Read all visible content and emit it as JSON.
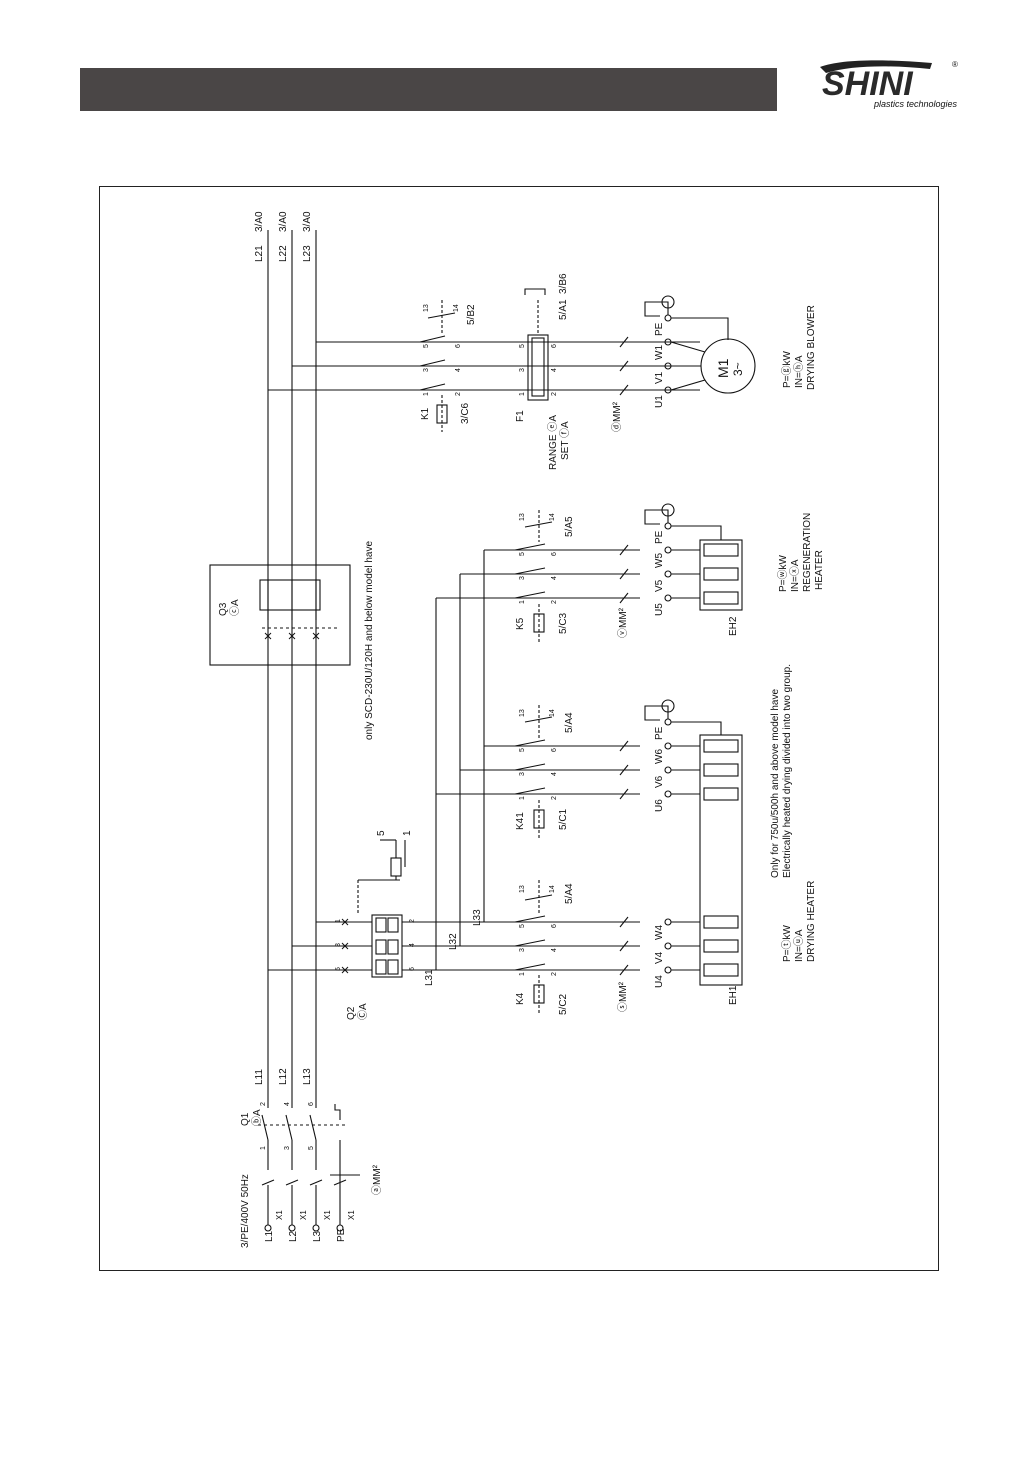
{
  "header": {
    "logo_text": "SHINI",
    "logo_sub": "plastics technologies",
    "logo_reg": "®"
  },
  "supply": {
    "label": "3/PE/400V 50Hz",
    "terminals": [
      "L1",
      "L2",
      "L3",
      "PE"
    ],
    "x1": "X1",
    "wire_a": "ⓐMM²"
  },
  "q1": {
    "name": "Q1",
    "rating": "ⓑA"
  },
  "lines_main": [
    "L11",
    "L12",
    "L13"
  ],
  "lines_top": [
    "L21",
    "L22",
    "L23"
  ],
  "ref_top": "3/A0",
  "q2": {
    "name": "Q2",
    "rating": "ⒸA",
    "aux_5": "5",
    "aux_1": "1"
  },
  "lines_sub": [
    "L31",
    "L32",
    "L33"
  ],
  "q3": {
    "name": "Q3",
    "rating": "ⓒA",
    "note": "only SCD-230U/120H and below model have"
  },
  "drying": {
    "contactor": "K4",
    "ref": "5/C2",
    "aux": "5/A4",
    "wire": "ⓢMM²",
    "terminals": [
      "U4",
      "V4",
      "W4"
    ],
    "heater": "EH1",
    "p": "P=ⓣkW",
    "in": "IN=ⓤA",
    "title": "DRYING HEATER"
  },
  "group2": {
    "contactor": "K41",
    "ref": "5/C1",
    "aux": "5/A4",
    "terminals": [
      "U6",
      "V6",
      "W6"
    ],
    "pe": "PE",
    "note1": "Only for 750u/500h and above model have",
    "note2": "Electrically heated drying divided into two group."
  },
  "regen": {
    "contactor": "K5",
    "ref": "5/C3",
    "aux": "5/A5",
    "wire": "ⓥMM²",
    "terminals": [
      "U5",
      "V5",
      "W5"
    ],
    "pe": "PE",
    "heater": "EH2",
    "p": "P=ⓦkW",
    "in": "IN=ⓧA",
    "title1": "REGENERATION",
    "title2": "HEATER"
  },
  "blower": {
    "contactor": "K1",
    "ref": "3/C6",
    "aux": "5/B2",
    "relay": "F1",
    "relay_ref": "5/A1",
    "relay_aux": "3/B6",
    "range": "RANGE ⓔA",
    "set": "SET ⓕA",
    "wire": "ⓓMM²",
    "terminals": [
      "U1",
      "V1",
      "W1"
    ],
    "pe": "PE",
    "motor": "M1",
    "motor_sub": "3~",
    "p": "P=ⓖkW",
    "in": "IN=ⓗA",
    "title": "DRYING BLOWER"
  },
  "contact_nums": {
    "n1": "1",
    "n2": "2",
    "n3": "3",
    "n4": "4",
    "n5": "5",
    "n6": "6",
    "n13": "13",
    "n14": "14"
  }
}
